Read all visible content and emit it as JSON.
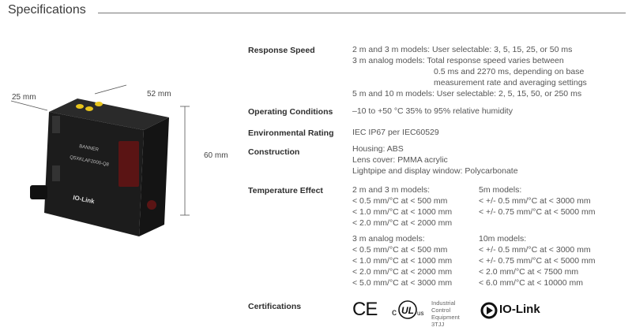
{
  "header": {
    "title": "Specifications"
  },
  "product": {
    "dim_depth": "25 mm",
    "dim_width": "52 mm",
    "dim_height": "60 mm",
    "brand": "BANNER",
    "model": "Q5XKLAF2000-Q8",
    "iolink": "IO-Link"
  },
  "specs": {
    "response_speed": {
      "label": "Response Speed",
      "lines": [
        "2 m and 3 m models: User selectable: 3, 5, 15, 25, or 50 ms",
        "3 m analog models: Total response speed varies between",
        "0.5 ms and 2270 ms, depending on base",
        "measurement rate and averaging settings",
        "5 m and 10 m models: User selectable: 2, 5, 15, 50, or 250 ms"
      ]
    },
    "operating_conditions": {
      "label": "Operating Conditions",
      "value": "–10 to +50 °C 35% to 95% relative humidity"
    },
    "environmental_rating": {
      "label": "Environmental Rating",
      "value": "IEC IP67 per IEC60529"
    },
    "construction": {
      "label": "Construction",
      "lines": [
        "Housing: ABS",
        "Lens cover: PMMA acrylic",
        "Lightpipe and display window: Polycarbonate"
      ]
    },
    "temperature_effect": {
      "label": "Temperature Effect",
      "blocks": [
        {
          "lines": [
            "2 m and 3 m models:",
            "< 0.5 mm/°C at < 500 mm",
            "< 1.0 mm/°C at < 1000 mm",
            "< 2.0 mm/°C at < 2000 mm"
          ]
        },
        {
          "lines": [
            "5m models:",
            "< +/- 0.5 mm/°C at < 3000 mm",
            "< +/- 0.75 mm/°C at < 5000 mm"
          ]
        },
        {
          "lines": [
            "3 m analog models:",
            "< 0.5 mm/°C at < 500 mm",
            "< 1.0 mm/°C at < 1000 mm",
            "< 2.0 mm/°C at < 2000 mm",
            "< 5.0 mm/°C at < 3000 mm"
          ]
        },
        {
          "lines": [
            "10m models:",
            "< +/- 0.5 mm/°C at < 3000 mm",
            "< +/- 0.75 mm/°C at < 5000 mm",
            "< 2.0 mm/°C at < 7500 mm",
            "< 6.0 mm/°C at < 10000 mm"
          ]
        }
      ]
    },
    "certifications": {
      "label": "Certifications",
      "ce": "CE",
      "ul_lines": [
        "Industrial",
        "Control",
        "Equipment",
        "3TJJ"
      ],
      "iolink": "IO-Link"
    }
  }
}
